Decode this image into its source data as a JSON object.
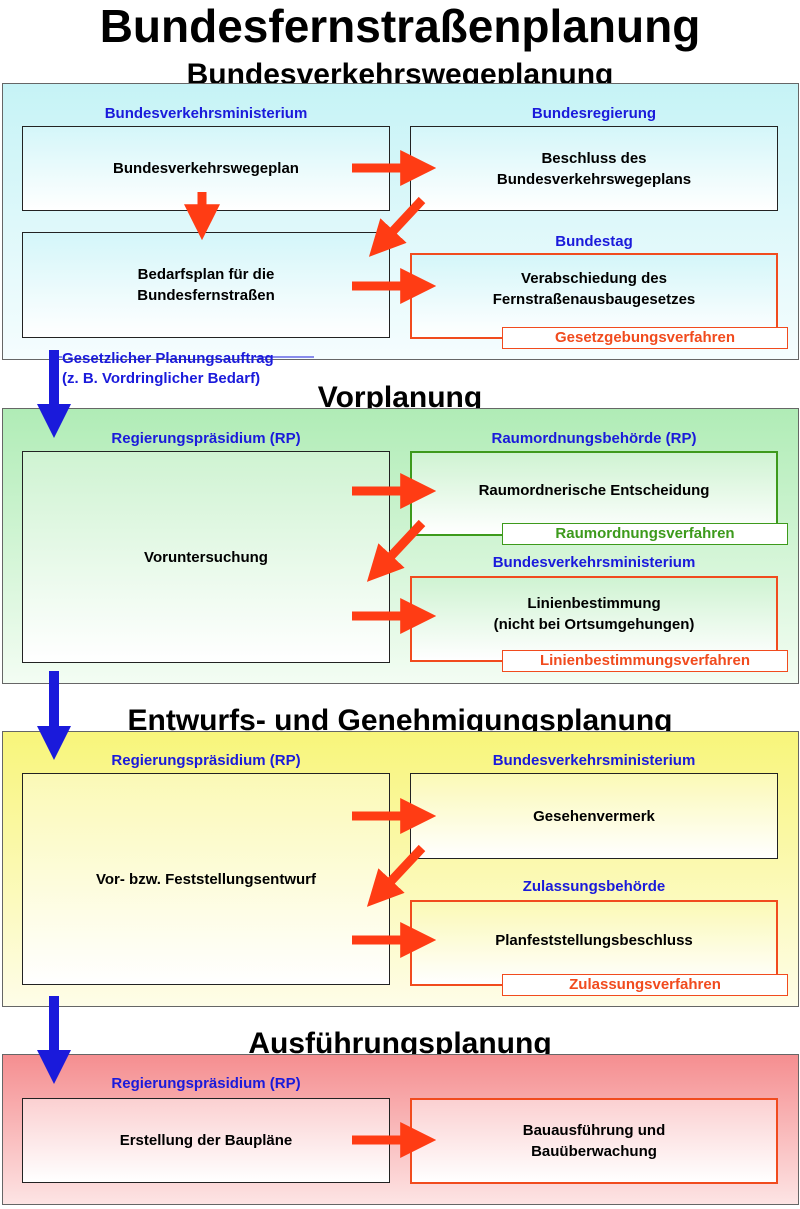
{
  "title": "Bundesfernstraßenplanung",
  "sections": {
    "s1": {
      "title": "Bundesverkehrswegeplanung",
      "left_authority": "Bundesverkehrsministerium",
      "box1": "Bundesverkehrswegeplan",
      "box2": "Bedarfsplan für die\nBundesfernstraßen",
      "right_authority_top": "Bundesregierung",
      "box3": "Beschluss des\nBundesverkehrswegeplans",
      "right_authority_bottom": "Bundestag",
      "box4": "Verabschiedung des\nFernstraßenausbaugesetzes",
      "procedure": "Gesetzgebungsverfahren"
    },
    "note": {
      "line1": "Gesetzlicher Planungsauftrag",
      "line2": "(z. B. Vordringlicher Bedarf)"
    },
    "s2": {
      "title": "Vorplanung",
      "left_authority": "Regierungspräsidium (RP)",
      "box_left": "Voruntersuchung",
      "right_authority_top": "Raumordnungsbehörde (RP)",
      "box_top": "Raumordnerische Entscheidung",
      "procedure_top": "Raumordnungsverfahren",
      "right_authority_bottom": "Bundesverkehrsministerium",
      "box_bottom": "Linienbestimmung\n(nicht bei Ortsumgehungen)",
      "procedure_bottom": "Linienbestimmungsverfahren"
    },
    "s3": {
      "title": "Entwurfs- und Genehmigungsplanung",
      "left_authority": "Regierungspräsidium (RP)",
      "box_left": "Vor- bzw. Feststellungsentwurf",
      "right_authority_top": "Bundesverkehrsministerium",
      "box_top": "Gesehenvermerk",
      "right_authority_bottom": "Zulassungsbehörde",
      "box_bottom": "Planfeststellungsbeschluss",
      "procedure_bottom": "Zulassungsverfahren"
    },
    "s4": {
      "title": "Ausführungsplanung",
      "left_authority": "Regierungspräsidium (RP)",
      "box_left": "Erstellung der Baupläne",
      "box_right": "Bauausführung und\nBauüberwachung"
    }
  },
  "colors": {
    "arrow_red": "#ff3c14",
    "arrow_blue": "#1a1adb",
    "authority_blue": "#1a1adb",
    "procedure_red": "#f14b1e",
    "procedure_green": "#3d9a1c"
  }
}
